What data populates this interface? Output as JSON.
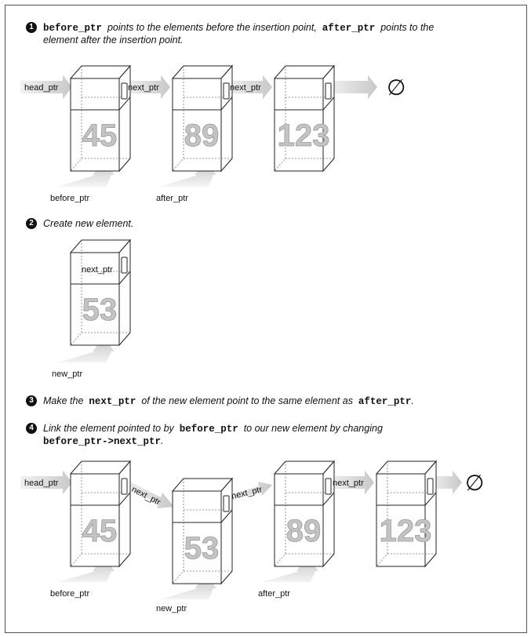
{
  "steps": [
    {
      "num": "1",
      "parts": [
        {
          "t": "before_ptr",
          "c": true
        },
        {
          "t": "  points to the elements before the insertion point,  "
        },
        {
          "t": "after_ptr",
          "c": true
        },
        {
          "t": "  points to the"
        }
      ],
      "line2": [
        {
          "t": "element after the insertion point."
        }
      ]
    },
    {
      "num": "2",
      "parts": [
        {
          "t": "Create new element."
        }
      ]
    },
    {
      "num": "3",
      "parts": [
        {
          "t": "Make the  "
        },
        {
          "t": "next_ptr",
          "c": true
        },
        {
          "t": "  of the new element point to the same element as  "
        },
        {
          "t": "after_ptr",
          "c": true
        },
        {
          "t": "."
        }
      ]
    },
    {
      "num": "4",
      "parts": [
        {
          "t": "Link the element pointed to by  "
        },
        {
          "t": "before_ptr",
          "c": true
        },
        {
          "t": "  to our new element by changing"
        }
      ],
      "line2": [
        {
          "t": "before_ptr->next_ptr",
          "c": true
        },
        {
          "t": "."
        }
      ]
    }
  ],
  "labels": {
    "head_ptr": "head_ptr",
    "next_ptr": "next_ptr",
    "before_ptr": "before_ptr",
    "after_ptr": "after_ptr",
    "new_ptr": "new_ptr",
    "null_symbol": "∅"
  },
  "list1": [
    "45",
    "89",
    "123"
  ],
  "new_element": "53",
  "list2": [
    "45",
    "53",
    "89",
    "123"
  ]
}
